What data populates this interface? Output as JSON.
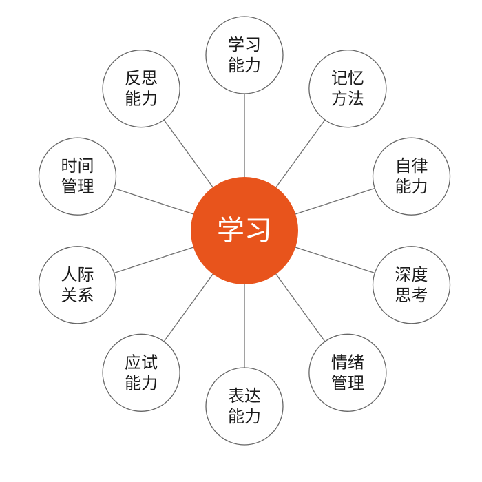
{
  "colors": {
    "center_fill": "#e8541c",
    "center_text": "#ffffff",
    "node_stroke": "#666666",
    "node_text": "#1a1a1a",
    "spoke": "#6f6f6f"
  },
  "center": {
    "label": "学习"
  },
  "nodes": [
    {
      "lines": [
        "学习",
        "能力"
      ]
    },
    {
      "lines": [
        "记忆",
        "方法"
      ]
    },
    {
      "lines": [
        "自律",
        "能力"
      ]
    },
    {
      "lines": [
        "深度",
        "思考"
      ]
    },
    {
      "lines": [
        "情绪",
        "管理"
      ]
    },
    {
      "lines": [
        "表达",
        "能力"
      ]
    },
    {
      "lines": [
        "应试",
        "能力"
      ]
    },
    {
      "lines": [
        "人际",
        "关系"
      ]
    },
    {
      "lines": [
        "时间",
        "管理"
      ]
    },
    {
      "lines": [
        "反思",
        "能力"
      ]
    }
  ]
}
